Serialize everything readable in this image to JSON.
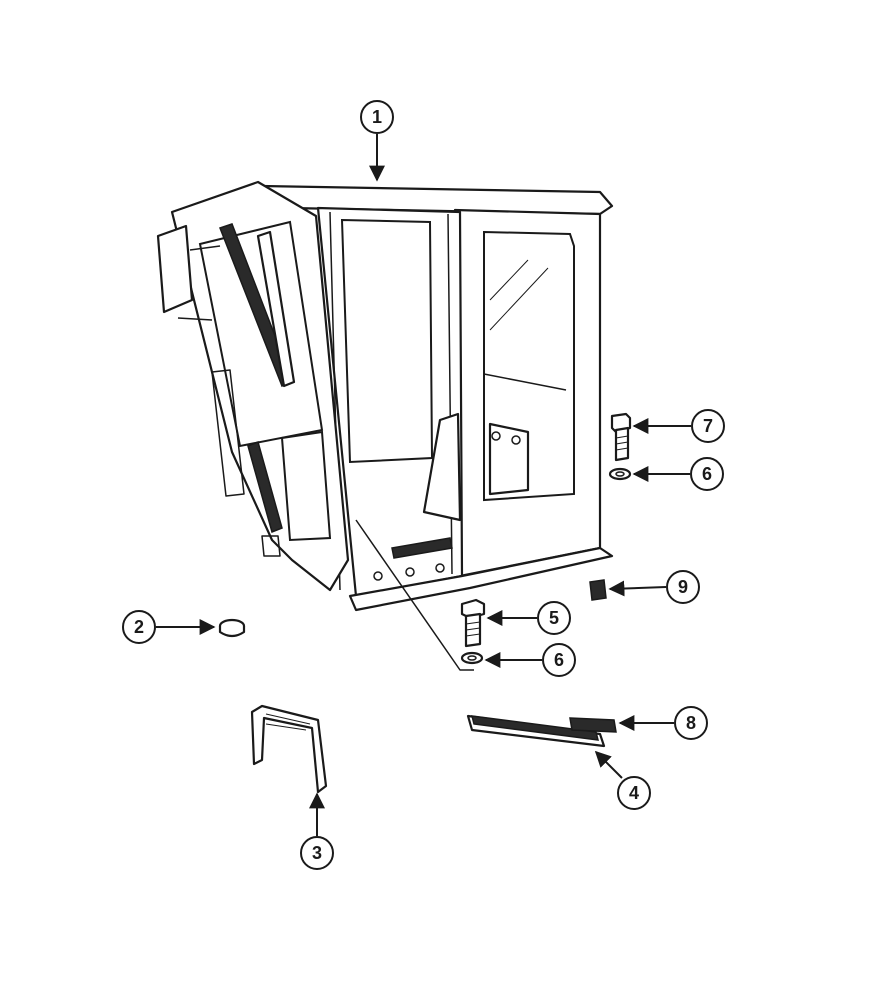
{
  "callouts": [
    {
      "label": "1"
    },
    {
      "label": "2"
    },
    {
      "label": "3"
    },
    {
      "label": "4"
    },
    {
      "label": "5"
    },
    {
      "label": "6"
    },
    {
      "label": "6"
    },
    {
      "label": "7"
    },
    {
      "label": "8"
    },
    {
      "label": "9"
    }
  ],
  "colors": {
    "line": "#1a1a1a",
    "background": "#ffffff"
  }
}
